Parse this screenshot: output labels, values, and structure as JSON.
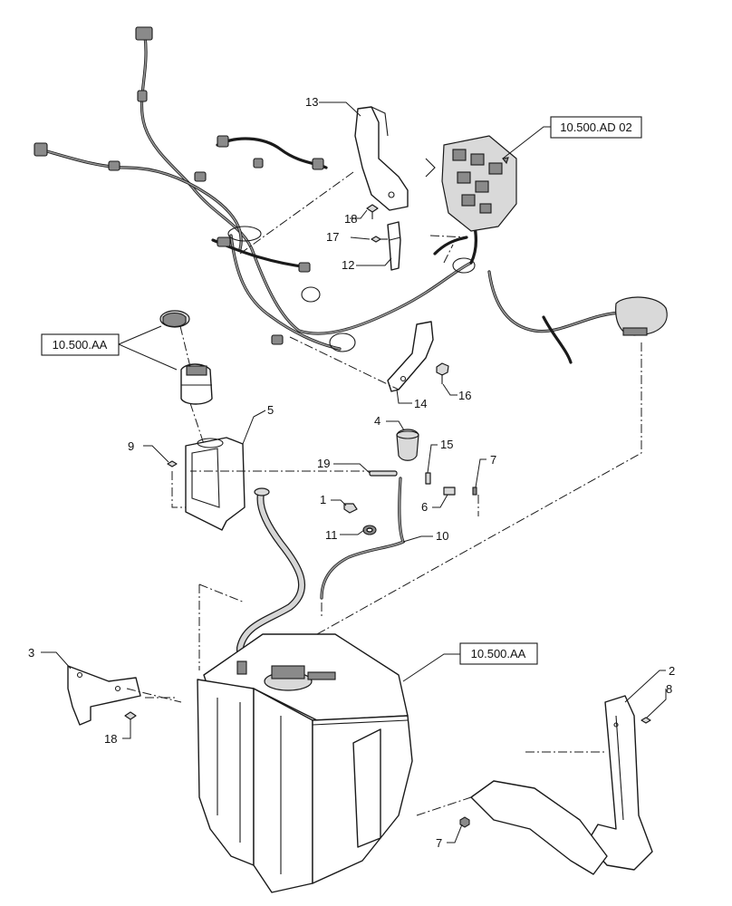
{
  "callouts": {
    "c1": "1",
    "c2": "2",
    "c3": "3",
    "c4": "4",
    "c5": "5",
    "c6": "6",
    "c7a": "7",
    "c7b": "7",
    "c8": "8",
    "c9": "9",
    "c10": "10",
    "c11": "11",
    "c12": "12",
    "c13": "13",
    "c14": "14",
    "c15": "15",
    "c16": "16",
    "c17": "17",
    "c18a": "18",
    "c18b": "18",
    "c19": "19"
  },
  "references": {
    "harness_ref": "10.500.AD 02",
    "cap_ref": "10.500.AA",
    "tank_ref": "10.500.AA"
  }
}
